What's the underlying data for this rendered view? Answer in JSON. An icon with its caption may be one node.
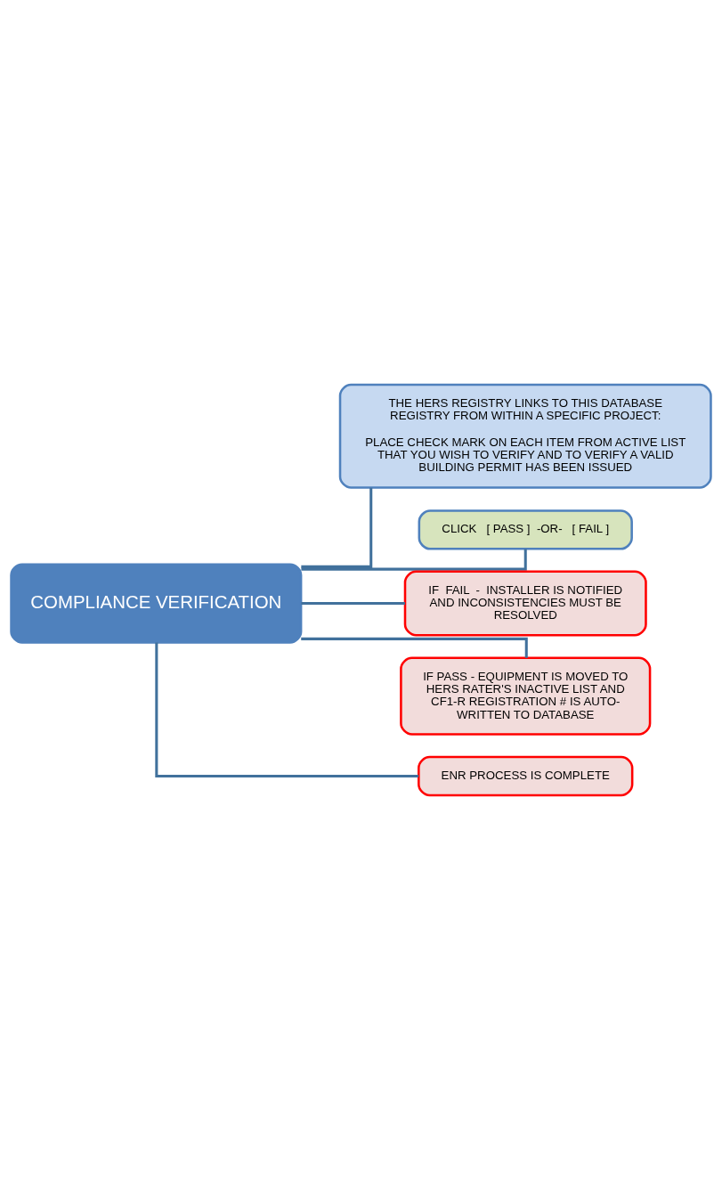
{
  "diagram": {
    "nodes": [
      {
        "text": [
          "COMPLIANCE VERIFICATION"
        ]
      },
      {
        "text": [
          "THE HERS REGISTRY LINKS TO THIS DATABASE REGISTRY FROM WITHIN A SPECIFIC PROJECT:",
          "PLACE CHECK MARK ON EACH ITEM FROM ACTIVE LIST THAT YOU WISH TO VERIFY AND TO VERIFY A VALID BUILDING PERMIT HAS BEEN ISSUED"
        ]
      },
      {
        "text": [
          "CLICK   [ PASS ]  -OR-   [ FAIL ]"
        ]
      },
      {
        "text": [
          "IF  FAIL  -  INSTALLER IS NOTIFIED AND INCONSISTENCIES MUST BE RESOLVED"
        ]
      },
      {
        "text": [
          "IF PASS - EQUIPMENT IS MOVED TO HERS RATER'S INACTIVE LIST AND CF1-R REGISTRATION # IS AUTO-WRITTEN TO DATABASE"
        ]
      },
      {
        "text": [
          "ENR PROCESS IS COMPLETE"
        ]
      }
    ],
    "edges": [
      {
        "from": 0,
        "to": 1,
        "arrow": "none"
      },
      {
        "from": 0,
        "to": 2,
        "arrow": "none"
      },
      {
        "from": 0,
        "to": 3,
        "arrow": "none"
      },
      {
        "from": 0,
        "to": 4,
        "arrow": "none"
      },
      {
        "from": 0,
        "to": 5,
        "arrow": "none"
      }
    ]
  }
}
